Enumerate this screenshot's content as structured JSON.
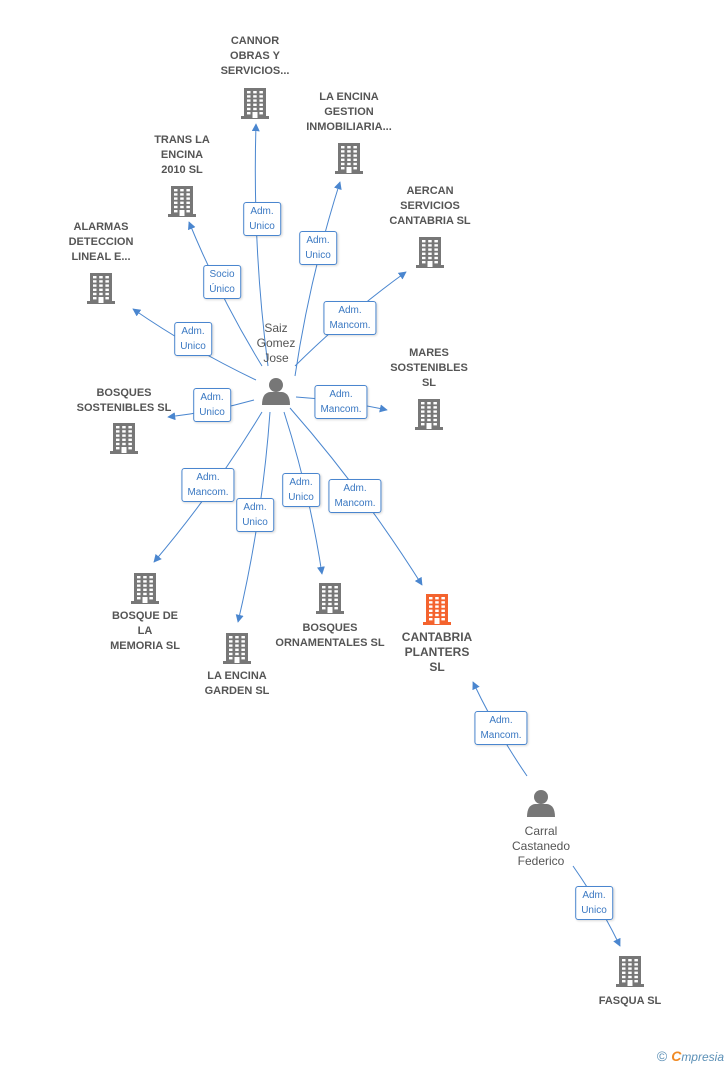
{
  "colors": {
    "edge": "#4a86cf",
    "company_icon": "#777777",
    "company_focus_icon": "#f4632e",
    "person_icon": "#777777"
  },
  "nodes": [
    {
      "id": "cannor",
      "kind": "company",
      "lines": [
        "CANNOR",
        "OBRAS Y",
        "SERVICIOS..."
      ]
    },
    {
      "id": "la-encina-gestion",
      "kind": "company",
      "lines": [
        "LA ENCINA",
        "GESTION",
        "INMOBILIARIA..."
      ]
    },
    {
      "id": "trans-la-encina",
      "kind": "company",
      "lines": [
        "TRANS LA",
        "ENCINA",
        "2010 SL"
      ]
    },
    {
      "id": "aercan",
      "kind": "company",
      "lines": [
        "AERCAN",
        "SERVICIOS",
        "CANTABRIA  SL"
      ]
    },
    {
      "id": "alarmas",
      "kind": "company",
      "lines": [
        "ALARMAS",
        "DETECCION",
        "LINEAL E..."
      ]
    },
    {
      "id": "mares",
      "kind": "company",
      "lines": [
        "MARES",
        "SOSTENIBLES",
        "SL"
      ]
    },
    {
      "id": "bosques-sostenibles",
      "kind": "company",
      "lines": [
        "BOSQUES",
        "SOSTENIBLES SL"
      ]
    },
    {
      "id": "bosque-memoria",
      "kind": "company",
      "lines": [
        "BOSQUE DE",
        "LA",
        "MEMORIA SL"
      ]
    },
    {
      "id": "la-encina-garden",
      "kind": "company",
      "lines": [
        "LA ENCINA",
        "GARDEN  SL"
      ]
    },
    {
      "id": "bosques-ornamentales",
      "kind": "company",
      "lines": [
        "BOSQUES",
        "ORNAMENTALES SL"
      ]
    },
    {
      "id": "cantabria-planters",
      "kind": "company",
      "focus": true,
      "lines": [
        "CANTABRIA",
        "PLANTERS",
        "SL"
      ]
    },
    {
      "id": "fasqua",
      "kind": "company",
      "lines": [
        "FASQUA SL"
      ]
    },
    {
      "id": "saiz",
      "kind": "person",
      "lines": [
        "Saiz",
        "Gomez",
        "Jose"
      ]
    },
    {
      "id": "carral",
      "kind": "person",
      "lines": [
        "Carral",
        "Castanedo",
        "Federico"
      ]
    }
  ],
  "edges": [
    {
      "from": "saiz",
      "to": "cannor",
      "label": [
        "Adm.",
        "Unico"
      ]
    },
    {
      "from": "saiz",
      "to": "la-encina-gestion",
      "label": [
        "Adm.",
        "Unico"
      ]
    },
    {
      "from": "saiz",
      "to": "trans-la-encina",
      "label": [
        "Socio",
        "Único"
      ]
    },
    {
      "from": "saiz",
      "to": "aercan",
      "label": [
        "Adm.",
        "Mancom."
      ]
    },
    {
      "from": "saiz",
      "to": "alarmas",
      "label": [
        "Adm.",
        "Unico"
      ]
    },
    {
      "from": "saiz",
      "to": "mares",
      "label": [
        "Adm.",
        "Mancom."
      ]
    },
    {
      "from": "saiz",
      "to": "bosques-sostenibles",
      "label": [
        "Adm.",
        "Unico"
      ]
    },
    {
      "from": "saiz",
      "to": "bosque-memoria",
      "label": [
        "Adm.",
        "Mancom."
      ]
    },
    {
      "from": "saiz",
      "to": "la-encina-garden",
      "label": [
        "Adm.",
        "Unico"
      ]
    },
    {
      "from": "saiz",
      "to": "bosques-ornamentales",
      "label": [
        "Adm.",
        "Unico"
      ]
    },
    {
      "from": "saiz",
      "to": "cantabria-planters",
      "label": [
        "Adm.",
        "Mancom."
      ]
    },
    {
      "from": "carral",
      "to": "cantabria-planters",
      "label": [
        "Adm.",
        "Mancom."
      ]
    },
    {
      "from": "carral",
      "to": "fasqua",
      "label": [
        "Adm.",
        "Unico"
      ]
    }
  ],
  "footer": {
    "copyright": "©",
    "brand_initial": "C",
    "brand_rest": "mpresia"
  }
}
